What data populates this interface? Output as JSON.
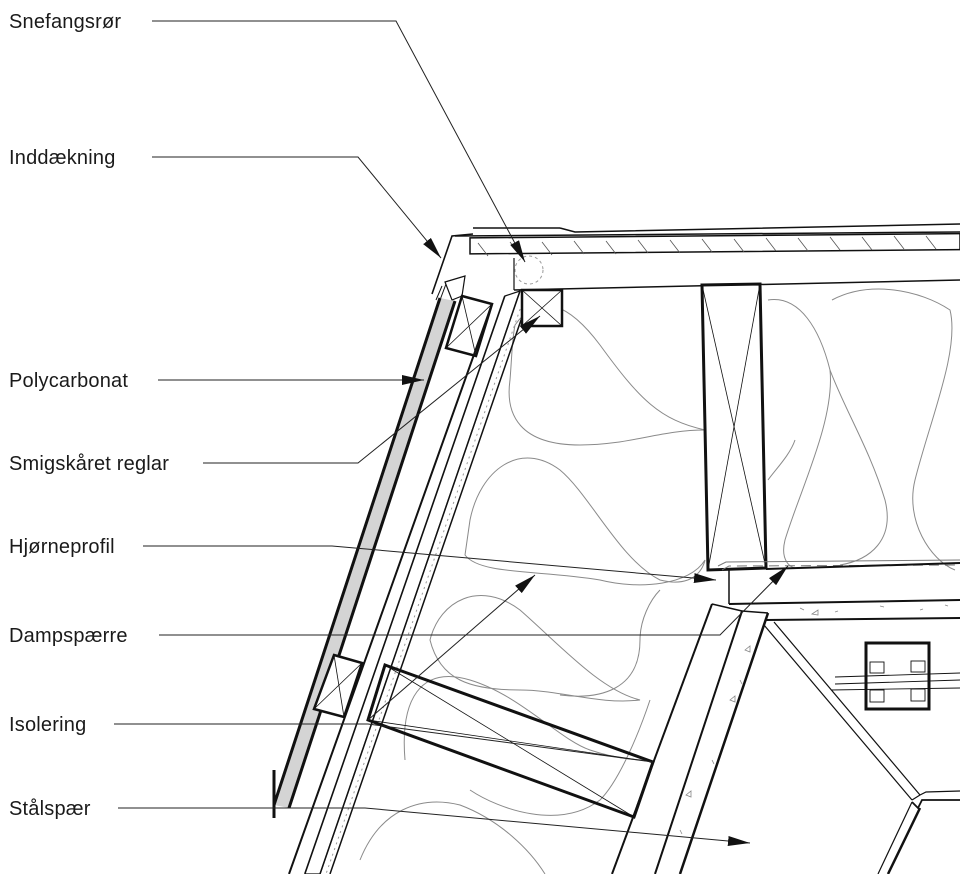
{
  "diagram": {
    "type": "architectural-section-detail",
    "callouts": [
      {
        "id": "snefangsror",
        "label": "Snefangsrør"
      },
      {
        "id": "inddaekning",
        "label": "Inddækning"
      },
      {
        "id": "polycarbonat",
        "label": "Polycarbonat"
      },
      {
        "id": "smigskaaret-reglar",
        "label": "Smigskåret reglar"
      },
      {
        "id": "hjorneprofil",
        "label": "Hjørneprofil"
      },
      {
        "id": "dampspaerre",
        "label": "Dampspærre"
      },
      {
        "id": "isolering",
        "label": "Isolering"
      },
      {
        "id": "staalspaer",
        "label": "Stålspær"
      }
    ]
  },
  "colors": {
    "line": "#111111",
    "thin": "#333333",
    "insulation": "#8a8a8a",
    "polycarbonate_fill": "#d4d4d4",
    "background": "#ffffff"
  }
}
